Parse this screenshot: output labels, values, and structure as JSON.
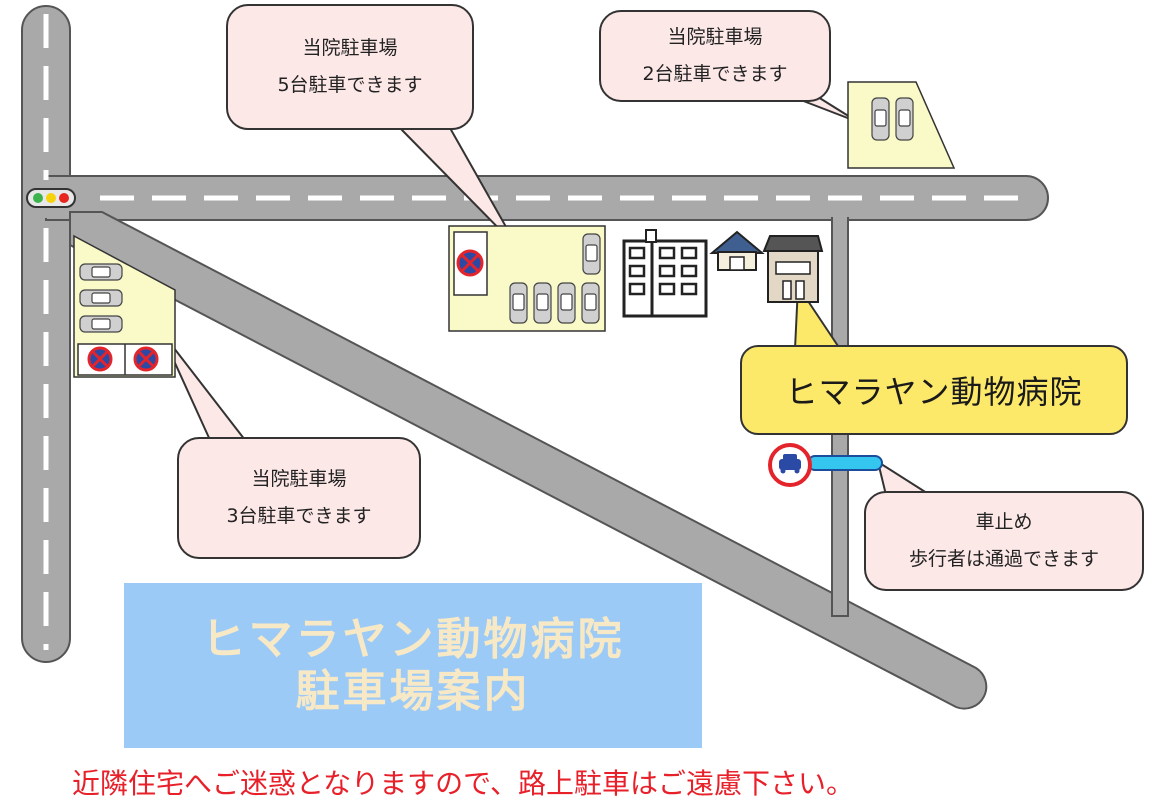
{
  "hospital_name": "ヒマラヤン動物病院",
  "callouts": {
    "lot_5": {
      "line1": "当院駐車場",
      "line2": "5台駐車できます"
    },
    "lot_2": {
      "line1": "当院駐車場",
      "line2": "2台駐車できます"
    },
    "lot_3": {
      "line1": "当院駐車場",
      "line2": "3台駐車できます"
    },
    "barrier": {
      "line1": "車止め",
      "line2": "歩行者は通過できます"
    }
  },
  "title": {
    "line1": "ヒマラヤン動物病院",
    "line2": "駐車場案内"
  },
  "notice": "近隣住宅へご迷惑となりますので、路上駐車はご遠慮下さい。",
  "colors": {
    "road": "#a9a9a9",
    "road_outline": "#555555",
    "lot_fill": "#fafac8",
    "callout_fill": "#fde8e8",
    "hospital_label_fill": "#fce96a",
    "title_panel": "#9ccaf7",
    "title_text": "#f7e8c6",
    "notice_text": "#e8202a",
    "barrier_bar": "#35c6f0"
  },
  "icons": [
    "traffic-light-icon",
    "no-parking-icon",
    "car-icon",
    "apartment-icon",
    "house-icon",
    "hospital-building-icon",
    "no-vehicles-sign-icon"
  ]
}
